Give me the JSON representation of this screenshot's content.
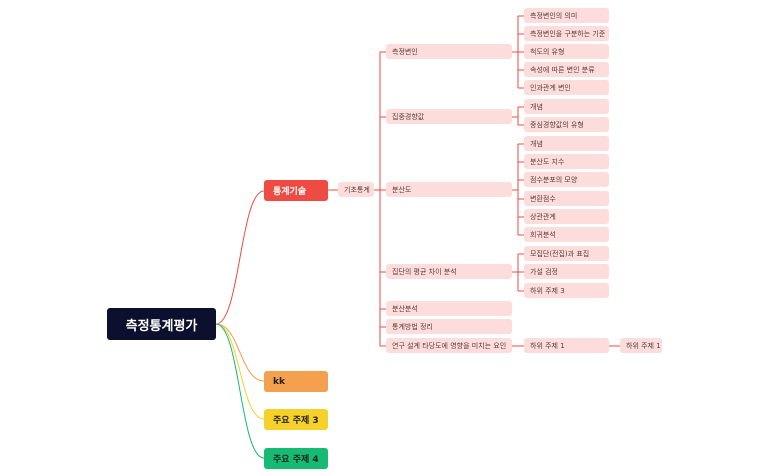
{
  "root": {
    "label": "측정통계평가"
  },
  "main_topics": [
    {
      "label": "통계기술",
      "color": "#ee4b43"
    },
    {
      "label": "kk",
      "color": "#f5a04e"
    },
    {
      "label": "주요 주제 3",
      "color": "#f6d02b"
    },
    {
      "label": "주요 주제 4",
      "color": "#16bb73"
    }
  ],
  "level2": {
    "label": "기초통계"
  },
  "level3": [
    {
      "label": "측정변인"
    },
    {
      "label": "집중경향값"
    },
    {
      "label": "분산도"
    },
    {
      "label": "집단의 평균 차이 분석"
    },
    {
      "label": "분산분석"
    },
    {
      "label": "통계방법 정리"
    },
    {
      "label": "연구 설계 타당도에 영향을 미치는 요인"
    }
  ],
  "level4": [
    {
      "label": "측정변인의 의미"
    },
    {
      "label": "측정변인을 구분하는 기준"
    },
    {
      "label": "척도의 유형"
    },
    {
      "label": "속성에 따른 변인 분류"
    },
    {
      "label": "인과관계 변인"
    },
    {
      "label": "개념"
    },
    {
      "label": "중심경향값의 유형"
    },
    {
      "label": "개념"
    },
    {
      "label": "분산도 지수"
    },
    {
      "label": "점수분포의 모양"
    },
    {
      "label": "변환점수"
    },
    {
      "label": "상관관계"
    },
    {
      "label": "회귀분석"
    },
    {
      "label": "모집단(전집)과 표집"
    },
    {
      "label": "가설 검정"
    },
    {
      "label": "하위 주제 3"
    },
    {
      "label": "하위 주제 1"
    }
  ],
  "level5": [
    {
      "label": "하위 주제 1"
    }
  ],
  "colors": {
    "root_bg": "#0d0f2e",
    "branch_red": "#ee4b43",
    "branch_orange": "#f5a04e",
    "branch_yellow": "#f6d02b",
    "branch_green": "#16bb73",
    "subtopic_bg": "#fddcdc"
  }
}
